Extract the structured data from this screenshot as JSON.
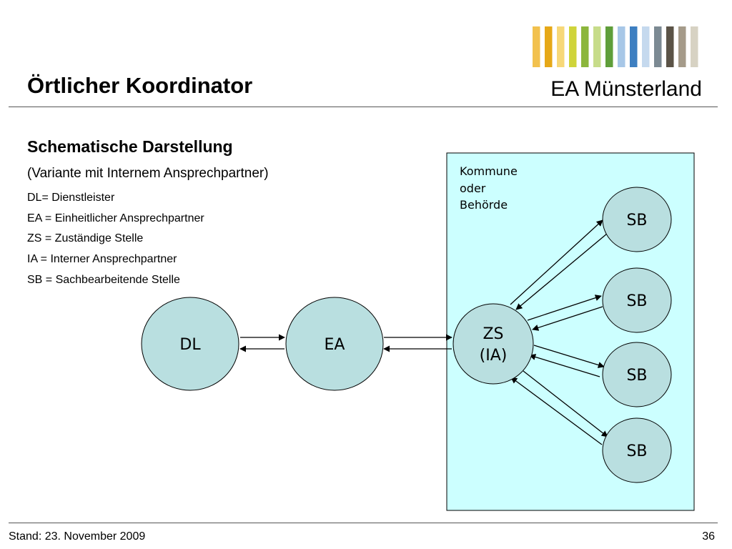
{
  "header": {
    "title": "Örtlicher Koordinator",
    "brand": "EA Münsterland"
  },
  "logo": {
    "stripe_colors": [
      "#f2c14e",
      "#e6a817",
      "#f7d878",
      "#cfd43a",
      "#8cb63c",
      "#c7dc8a",
      "#5f9e3a",
      "#a7c7e7",
      "#3d7fc1",
      "#c5d9ee",
      "#7c8a93",
      "#5b5347",
      "#a59b8a",
      "#d7d2c3"
    ]
  },
  "content": {
    "subtitle": "Schematische Darstellung",
    "variant": "(Variante mit Internem Ansprechpartner)",
    "legend": [
      "DL= Dienstleister",
      "EA = Einheitlicher Ansprechpartner",
      "ZS = Zuständige Stelle",
      "IA = Interner Ansprechpartner",
      "SB = Sachbearbeitende Stelle"
    ]
  },
  "diagram": {
    "region_label": [
      "Kommune",
      "oder",
      "Behörde"
    ],
    "nodes": {
      "dl": "DL",
      "ea": "EA",
      "zs_line1": "ZS",
      "zs_line2": "(IA)",
      "sb1": "SB",
      "sb2": "SB",
      "sb3": "SB",
      "sb4": "SB"
    },
    "colors": {
      "region_fill": "#ccffff",
      "node_fill": "#b9dfe0"
    }
  },
  "footer": {
    "date": "Stand: 23. November 2009",
    "page": "36"
  }
}
